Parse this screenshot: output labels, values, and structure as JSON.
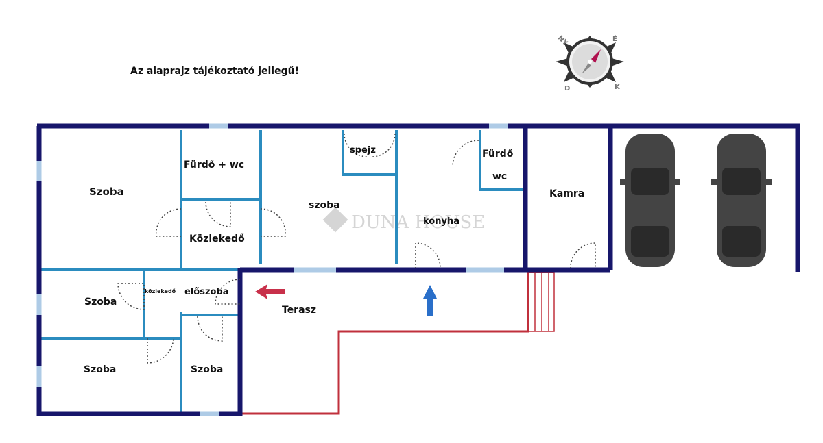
{
  "notice": "Az alaprajz tájékoztató jellegű!",
  "compass": {
    "ny": "NY",
    "e": "É",
    "d": "D",
    "k": "K"
  },
  "watermark": "DUNA HOUSE",
  "rooms": {
    "szoba_nw": "Szoba",
    "furdo_wc": "Fürdő + wc",
    "kozlekedo": "Közlekedő",
    "szoba_mid": "szoba",
    "spejz": "spejz",
    "konyha": "konyha",
    "furdo2": "Fürdő",
    "wc2": "wc",
    "kamra": "Kamra",
    "szoba_w": "Szoba",
    "kozlekedo_small": "közlekedő",
    "eloszoba": "előszoba",
    "szoba_sw": "Szoba",
    "szoba_s": "Szoba",
    "terasz": "Terasz"
  },
  "colors": {
    "outer_wall": "#17166b",
    "inner_wall": "#2b8cbf",
    "terrace": "#c0303c",
    "arrow_red": "#c8304a",
    "arrow_blue": "#2a6fc9"
  }
}
